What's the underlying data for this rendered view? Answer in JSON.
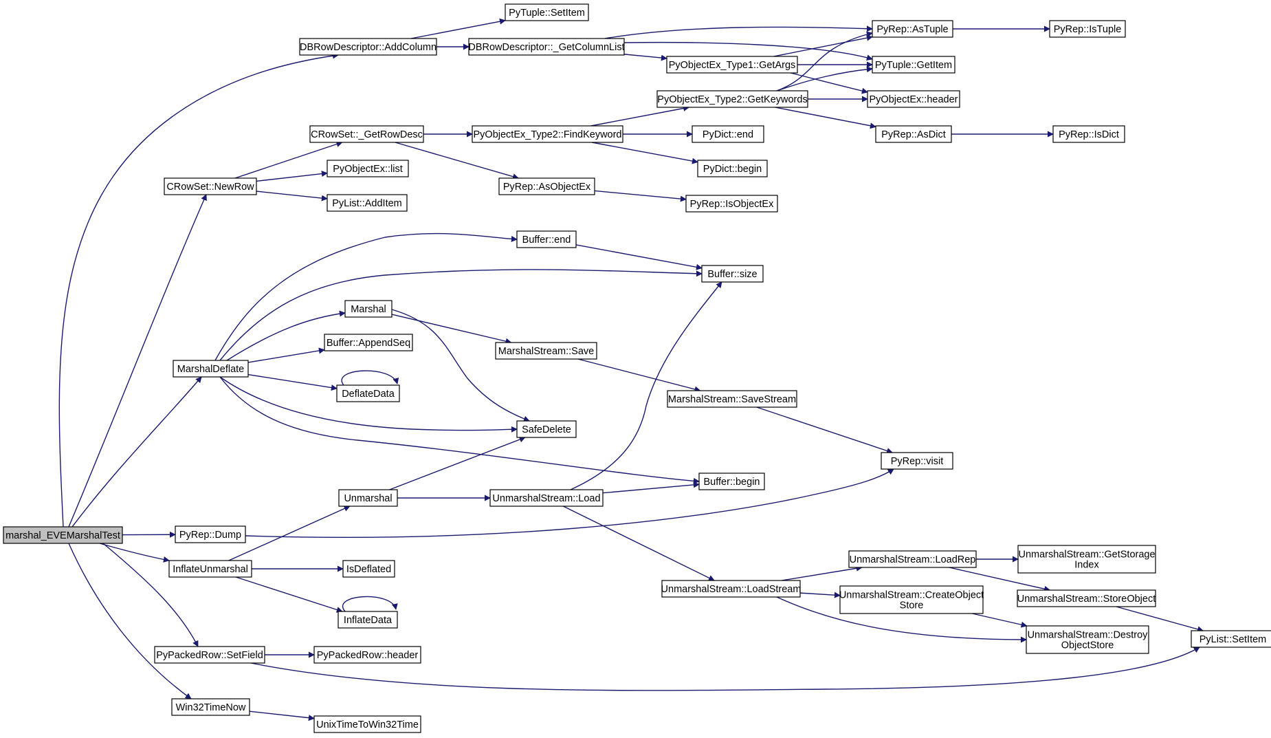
{
  "diagram": {
    "root": "marshal_EVEMarshalTest",
    "nodes": {
      "root": "marshal_EVEMarshalTest",
      "dbrd_addcol": "DBRowDescriptor::AddColumn",
      "pytuple_setitem": "PyTuple::SetItem",
      "dbrd_getcollist": "DBRowDescriptor::_GetColumnList",
      "pyrep_astuple": "PyRep::AsTuple",
      "pyrep_istuple": "PyRep::IsTuple",
      "pyobjex1_getargs": "PyObjectEx_Type1::GetArgs",
      "pytuple_getitem": "PyTuple::GetItem",
      "pyobjex2_getkw": "PyObjectEx_Type2::GetKeywords",
      "pyobjex_header": "PyObjectEx::header",
      "crowset_getrowdesc": "CRowSet::_GetRowDesc",
      "pyobjex2_findkw": "PyObjectEx_Type2::FindKeyword",
      "pydict_end": "PyDict::end",
      "pyrep_asdict": "PyRep::AsDict",
      "pyrep_isdict": "PyRep::IsDict",
      "pydict_begin": "PyDict::begin",
      "pyobjex_list": "PyObjectEx::list",
      "crowset_newrow": "CRowSet::NewRow",
      "pyrep_asobjex": "PyRep::AsObjectEx",
      "pylist_additem": "PyList::AddItem",
      "pyrep_isobjex": "PyRep::IsObjectEx",
      "buffer_end": "Buffer::end",
      "buffer_size": "Buffer::size",
      "marshal": "Marshal",
      "buffer_appendseq": "Buffer::AppendSeq",
      "ms_save": "MarshalStream::Save",
      "marshaldeflate": "MarshalDeflate",
      "deflatedata": "DeflateData",
      "ms_savestream": "MarshalStream::SaveStream",
      "safedelete": "SafeDelete",
      "pyrep_visit": "PyRep::visit",
      "buffer_begin": "Buffer::begin",
      "unmarshal": "Unmarshal",
      "us_load": "UnmarshalStream::Load",
      "pyrep_dump": "PyRep::Dump",
      "us_loadrep": "UnmarshalStream::LoadRep",
      "us_getstorageindex": [
        "UnmarshalStream::GetStorage",
        "Index"
      ],
      "inflateunmarshal": "InflateUnmarshal",
      "isdeflated": "IsDeflated",
      "us_loadstream": "UnmarshalStream::LoadStream",
      "us_createobjstore": [
        "UnmarshalStream::CreateObject",
        "Store"
      ],
      "us_storeobject": "UnmarshalStream::StoreObject",
      "inflatedata": "InflateData",
      "us_destroyobjstore": [
        "UnmarshalStream::Destroy",
        "ObjectStore"
      ],
      "pylist_setitem": "PyList::SetItem",
      "pypackedrow_setfield": "PyPackedRow::SetField",
      "pypackedrow_header": "PyPackedRow::header",
      "win32timenow": "Win32TimeNow",
      "unixtowin32": "UnixTimeToWin32Time"
    },
    "edges": [
      [
        "root",
        "dbrd_addcol"
      ],
      [
        "root",
        "crowset_newrow"
      ],
      [
        "root",
        "marshaldeflate"
      ],
      [
        "root",
        "pyrep_dump"
      ],
      [
        "root",
        "inflateunmarshal"
      ],
      [
        "root",
        "pypackedrow_setfield"
      ],
      [
        "root",
        "win32timenow"
      ],
      [
        "dbrd_addcol",
        "pytuple_setitem"
      ],
      [
        "dbrd_addcol",
        "dbrd_getcollist"
      ],
      [
        "dbrd_getcollist",
        "pyrep_astuple"
      ],
      [
        "dbrd_getcollist",
        "pytuple_getitem"
      ],
      [
        "dbrd_getcollist",
        "pyobjex1_getargs"
      ],
      [
        "pyrep_astuple",
        "pyrep_istuple"
      ],
      [
        "pyobjex1_getargs",
        "pyrep_astuple"
      ],
      [
        "pyobjex1_getargs",
        "pytuple_getitem"
      ],
      [
        "pyobjex1_getargs",
        "pyobjex_header"
      ],
      [
        "pyobjex2_getkw",
        "pyrep_astuple"
      ],
      [
        "pyobjex2_getkw",
        "pytuple_getitem"
      ],
      [
        "pyobjex2_getkw",
        "pyobjex_header"
      ],
      [
        "pyobjex2_getkw",
        "pyrep_asdict"
      ],
      [
        "pyrep_asdict",
        "pyrep_isdict"
      ],
      [
        "crowset_newrow",
        "crowset_getrowdesc"
      ],
      [
        "crowset_newrow",
        "pyobjex_list"
      ],
      [
        "crowset_newrow",
        "pylist_additem"
      ],
      [
        "crowset_getrowdesc",
        "pyobjex2_findkw"
      ],
      [
        "crowset_getrowdesc",
        "pyrep_asobjex"
      ],
      [
        "pyobjex2_findkw",
        "pyobjex2_getkw"
      ],
      [
        "pyobjex2_findkw",
        "pydict_end"
      ],
      [
        "pyobjex2_findkw",
        "pydict_begin"
      ],
      [
        "pyrep_asobjex",
        "pyrep_isobjex"
      ],
      [
        "marshaldeflate",
        "buffer_end"
      ],
      [
        "marshaldeflate",
        "buffer_size"
      ],
      [
        "marshaldeflate",
        "marshal"
      ],
      [
        "marshaldeflate",
        "buffer_appendseq"
      ],
      [
        "marshaldeflate",
        "deflatedata"
      ],
      [
        "marshaldeflate",
        "safedelete"
      ],
      [
        "marshaldeflate",
        "buffer_begin"
      ],
      [
        "buffer_end",
        "buffer_size"
      ],
      [
        "marshal",
        "ms_save"
      ],
      [
        "marshal",
        "safedelete"
      ],
      [
        "ms_save",
        "ms_savestream"
      ],
      [
        "ms_savestream",
        "pyrep_visit"
      ],
      [
        "deflatedata",
        "deflatedata"
      ],
      [
        "pyrep_dump",
        "pyrep_visit"
      ],
      [
        "inflateunmarshal",
        "unmarshal"
      ],
      [
        "inflateunmarshal",
        "isdeflated"
      ],
      [
        "inflateunmarshal",
        "inflatedata"
      ],
      [
        "inflatedata",
        "inflatedata"
      ],
      [
        "unmarshal",
        "safedelete"
      ],
      [
        "unmarshal",
        "us_load"
      ],
      [
        "us_load",
        "buffer_size"
      ],
      [
        "us_load",
        "buffer_begin"
      ],
      [
        "us_load",
        "us_loadstream"
      ],
      [
        "us_loadstream",
        "us_loadrep"
      ],
      [
        "us_loadstream",
        "us_createobjstore"
      ],
      [
        "us_loadstream",
        "us_destroyobjstore"
      ],
      [
        "us_loadrep",
        "us_getstorageindex"
      ],
      [
        "us_loadrep",
        "us_storeobject"
      ],
      [
        "us_createobjstore",
        "us_destroyobjstore"
      ],
      [
        "us_storeobject",
        "pylist_setitem"
      ],
      [
        "pypackedrow_setfield",
        "pypackedrow_header"
      ],
      [
        "pypackedrow_setfield",
        "pylist_setitem"
      ],
      [
        "win32timenow",
        "unixtowin32"
      ]
    ],
    "colors": {
      "edge": "#191970",
      "root_fill": "#bfbfbf",
      "node_fill": "#ffffff",
      "node_stroke": "#000000"
    }
  }
}
